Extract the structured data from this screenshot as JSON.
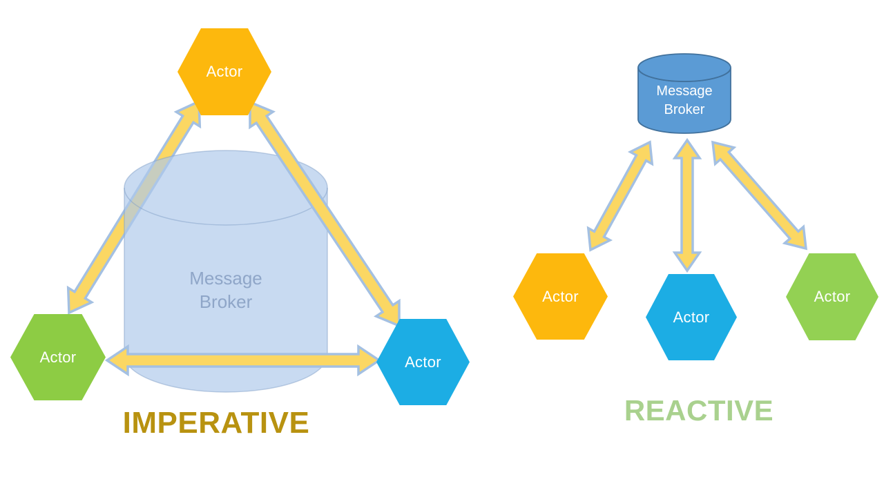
{
  "imperative": {
    "title": "IMPERATIVE",
    "broker_label": "Message Broker",
    "actor_top": "Actor",
    "actor_left": "Actor",
    "actor_right": "Actor"
  },
  "reactive": {
    "title": "REACTIVE",
    "broker_label": "Message Broker",
    "actor_left": "Actor",
    "actor_middle": "Actor",
    "actor_right": "Actor"
  },
  "colors": {
    "hex_orange": "#FDB80D",
    "hex_green": "#8DCC44",
    "hex_green_light": "#93D153",
    "hex_blue": "#1CADE4",
    "arrow_fill": "#FBD763",
    "arrow_stroke": "#A4C0E2",
    "imperative_title": "#B89210",
    "reactive_title": "#A9D18E",
    "left_cylinder_fill": "rgba(174,201,235,0.68)",
    "left_cylinder_stroke": "rgba(130,160,200,0.5)",
    "left_broker_text": "#8FA6C8",
    "right_cylinder_fill": "#5B9BD5",
    "right_cylinder_stroke": "#41719C",
    "right_broker_text": "#FFFFFF"
  }
}
